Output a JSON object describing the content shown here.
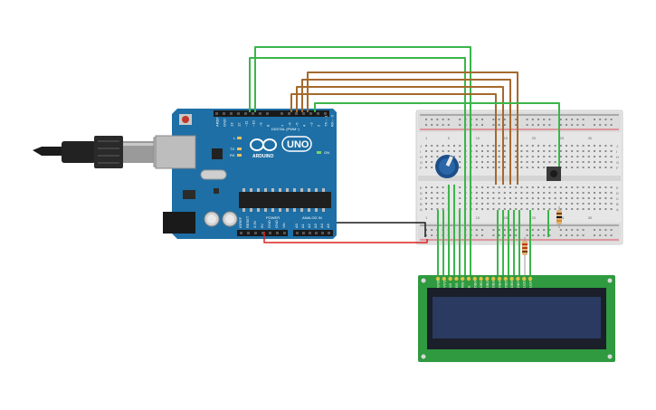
{
  "arduino": {
    "logo_text": "ARDUINO",
    "model_badge": "UNO",
    "digital_header_label": "DIGITAL (PWM~)",
    "power_header_label": "POWER",
    "analog_header_label": "ANALOG IN",
    "led_labels": [
      "L",
      "TX",
      "RX",
      "ON"
    ],
    "digital_pin_labels": [
      "AREF",
      "GND",
      "13",
      "12",
      "~11",
      "~10",
      "~9",
      "8",
      "7",
      "~6",
      "~5",
      "4",
      "~3",
      "2",
      "TX→ 1",
      "RX← 0"
    ],
    "power_pin_labels": [
      "IOREF",
      "RESET",
      "3.3V",
      "5V",
      "GND",
      "GND",
      "Vin"
    ],
    "analog_pin_labels": [
      "A0",
      "A1",
      "A2",
      "A3",
      "A4",
      "A5"
    ]
  },
  "breadboard": {
    "row_letters_top": [
      "J",
      "I",
      "H",
      "G",
      "F"
    ],
    "row_letters_bottom": [
      "E",
      "D",
      "C",
      "B",
      "A"
    ],
    "column_numbers": [
      "1",
      "5",
      "10",
      "15",
      "20",
      "25",
      "30"
    ]
  },
  "lcd": {
    "pin_labels": [
      "GND",
      "VCC",
      "V0",
      "RS",
      "RW",
      "E",
      "DB0",
      "DB1",
      "DB2",
      "DB3",
      "DB4",
      "DB5",
      "DB6",
      "DB7",
      "LED",
      "LED"
    ]
  },
  "colors": {
    "board_blue": "#1e6fa5",
    "breadboard": "#e6e6e6",
    "wire_green": "#3cb54a",
    "wire_brown": "#a5692d",
    "wire_red": "#dd2222",
    "wire_black": "#1a1a1a",
    "lcd_pcb": "#2f9a3f",
    "lcd_screen": "#2a3a60"
  }
}
